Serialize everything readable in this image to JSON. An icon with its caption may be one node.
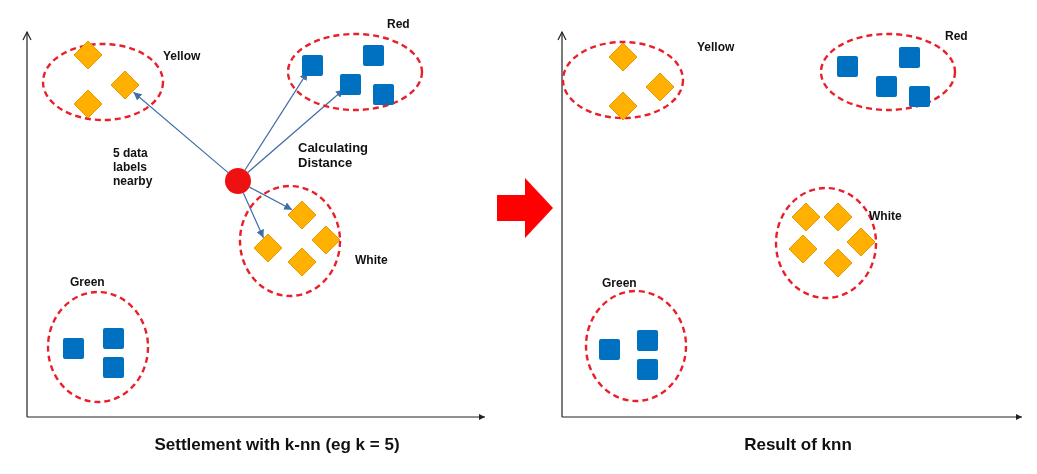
{
  "diagram": {
    "nodes": [
      {
        "text": [
          "Settlement with k-nn (eg k = 5)"
        ]
      },
      {
        "text": [
          "Yellow"
        ],
        "in": 0
      },
      {
        "text": [],
        "shape": "diamond",
        "in": 1
      },
      {
        "text": [],
        "shape": "diamond",
        "in": 1
      },
      {
        "text": [],
        "shape": "diamond",
        "in": 1
      },
      {
        "text": [
          "Red"
        ],
        "in": 0
      },
      {
        "text": [],
        "shape": "box",
        "in": 5
      },
      {
        "text": [],
        "shape": "box",
        "in": 5
      },
      {
        "text": [],
        "shape": "box",
        "in": 5
      },
      {
        "text": [],
        "shape": "box",
        "in": 5
      },
      {
        "text": [],
        "shape": "circle",
        "in": 0
      },
      {
        "text": [
          "White"
        ],
        "in": 0
      },
      {
        "text": [],
        "shape": "diamond",
        "in": 11
      },
      {
        "text": [],
        "shape": "diamond",
        "in": 11
      },
      {
        "text": [],
        "shape": "diamond",
        "in": 11
      },
      {
        "text": [],
        "shape": "diamond",
        "in": 11
      },
      {
        "text": [
          "Green"
        ],
        "in": 0
      },
      {
        "text": [],
        "shape": "box",
        "in": 16
      },
      {
        "text": [],
        "shape": "box",
        "in": 16
      },
      {
        "text": [],
        "shape": "box",
        "in": 16
      },
      {
        "text": [
          "Result of knn"
        ]
      },
      {
        "text": [
          "Yellow"
        ],
        "in": 20
      },
      {
        "text": [],
        "shape": "diamond",
        "in": 21
      },
      {
        "text": [],
        "shape": "diamond",
        "in": 21
      },
      {
        "text": [],
        "shape": "diamond",
        "in": 21
      },
      {
        "text": [
          "Red"
        ],
        "in": 20
      },
      {
        "text": [],
        "shape": "box",
        "in": 25
      },
      {
        "text": [],
        "shape": "box",
        "in": 25
      },
      {
        "text": [],
        "shape": "box",
        "in": 25
      },
      {
        "text": [],
        "shape": "box",
        "in": 25
      },
      {
        "text": [
          "White"
        ],
        "in": 20
      },
      {
        "text": [],
        "shape": "diamond",
        "in": 30
      },
      {
        "text": [],
        "shape": "diamond",
        "in": 30
      },
      {
        "text": [],
        "shape": "diamond",
        "in": 30
      },
      {
        "text": [],
        "shape": "diamond",
        "in": 30
      },
      {
        "text": [],
        "shape": "diamond",
        "in": 30
      },
      {
        "text": [
          "Green"
        ],
        "in": 20
      },
      {
        "text": [],
        "shape": "box",
        "in": 36
      },
      {
        "text": [],
        "shape": "box",
        "in": 36
      },
      {
        "text": [],
        "shape": "box",
        "in": 36
      }
    ],
    "edges": [
      {
        "from": 10,
        "to": 3,
        "arrow": "to"
      },
      {
        "from": 10,
        "to": 6,
        "arrow": "to"
      },
      {
        "from": 10,
        "to": 8,
        "arrow": "to"
      },
      {
        "from": 10,
        "to": 12,
        "arrow": "to"
      },
      {
        "from": 10,
        "to": 13,
        "arrow": "to"
      },
      {
        "from": 0,
        "to": 20,
        "arrow": "to",
        "style": "thick",
        "color": "#ff0000"
      }
    ],
    "labels": [
      "5 data labels nearby",
      "Calculating Distance"
    ]
  }
}
